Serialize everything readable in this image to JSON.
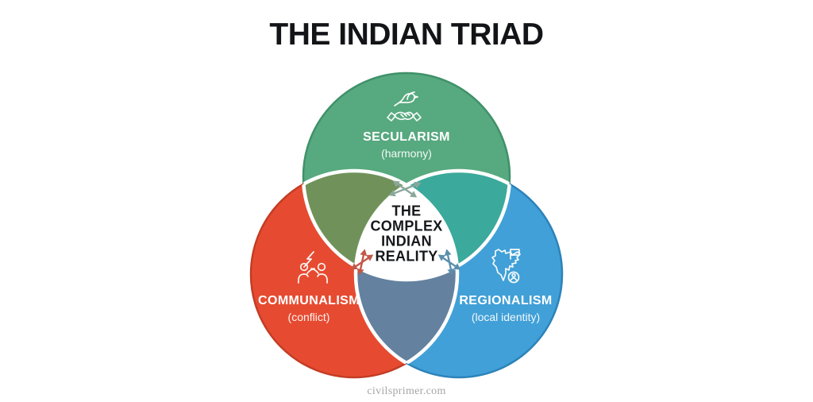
{
  "title": "THE INDIAN TRIAD",
  "watermark": "civilsprimer.com",
  "diagram": {
    "type": "venn3",
    "background": "#ffffff",
    "separator_color": "#ffffff",
    "circles": [
      {
        "id": "secularism",
        "label": "SECULARISM",
        "sublabel": "(harmony)",
        "icon": "dove-over-handshake",
        "fill": "#57a97f",
        "edge": "#3f9169"
      },
      {
        "id": "communalism",
        "label": "COMMUNALISM",
        "sublabel": "(conflict)",
        "icon": "people-clash-lightning",
        "fill": "#e64b31",
        "edge": "#c33d24"
      },
      {
        "id": "regionalism",
        "label": "REGIONALISM",
        "sublabel": "(local identity)",
        "icon": "india-map-flag-badge",
        "fill": "#41a0d7",
        "edge": "#2c83b9"
      }
    ],
    "overlaps": {
      "secularism_communalism": "#70925a",
      "secularism_regionalism": "#3ba99b",
      "communalism_regionalism": "#64819f",
      "center": "#ffffff"
    },
    "center_label": {
      "lines": [
        "THE",
        "COMPLEX",
        "INDIAN",
        "REALITY"
      ]
    },
    "arrows": {
      "top": "#8aa79a",
      "left": "#c25848",
      "right": "#5b8fae"
    }
  }
}
